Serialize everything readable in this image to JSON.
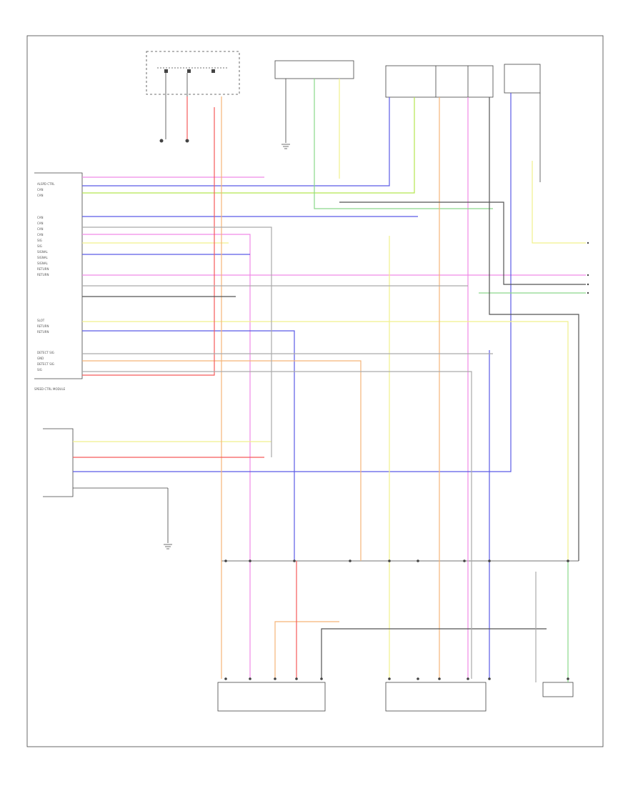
{
  "diagram": {
    "page_tag": "",
    "colors": {
      "pink": "#f08ae6",
      "blue": "#5a5ae6",
      "green": "#b4e650",
      "lightgreen": "#8ad88a",
      "yellow": "#f0f08c",
      "orange": "#f5b478",
      "red": "#f55a5a",
      "dark": "#555555",
      "gray": "#aaaaaa",
      "lightblue": "#9ab4f0",
      "border": "#444444"
    },
    "components": [
      {
        "id": "ignition-switch",
        "label": ""
      },
      {
        "id": "brake-switch",
        "label": ""
      },
      {
        "id": "left-rear-actuator",
        "label": ""
      },
      {
        "id": "right-rear-actuator",
        "label": ""
      },
      {
        "id": "module",
        "label": ""
      },
      {
        "id": "accel-pedal-sensor",
        "label": ""
      },
      {
        "id": "left-transmitter",
        "label": ""
      },
      {
        "id": "center-sensor",
        "label": ""
      },
      {
        "id": "right-sensor",
        "label": ""
      }
    ]
  }
}
